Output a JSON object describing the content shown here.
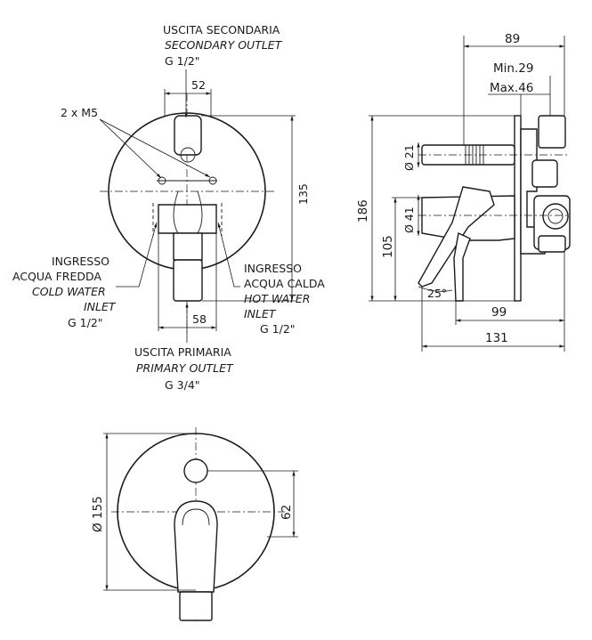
{
  "secondary_outlet": {
    "title_it": "USCITA SECONDARIA",
    "title_en": "SECONDARY OUTLET",
    "size": "G 1/2\""
  },
  "primary_outlet": {
    "title_it": "USCITA PRIMARIA",
    "title_en": "PRIMARY OUTLET",
    "size": "G 3/4\""
  },
  "cold_inlet": {
    "line1": "INGRESSO",
    "line2": "ACQUA FREDDA",
    "line3": "COLD WATER",
    "line4": "INLET",
    "size": "G 1/2\""
  },
  "hot_inlet": {
    "line1": "INGRESSO",
    "line2": "ACQUA CALDA",
    "line3": "HOT WATER",
    "line4": "INLET",
    "size": "G 1/2\""
  },
  "screws": "2 x M5",
  "front_view": {
    "width_top": "52",
    "width_bottom": "58",
    "height": "135"
  },
  "side_view": {
    "depth_total": "89",
    "min": "Min.29",
    "max": "Max.46",
    "outlet_diameter": "Ø 21",
    "spout_diameter": "Ø 41",
    "overall_height": "186",
    "axis_height": "105",
    "angle": "25°",
    "lever_reach": "99",
    "total_reach": "131"
  },
  "plate_view": {
    "diameter": "Ø 155",
    "offset": "62"
  }
}
